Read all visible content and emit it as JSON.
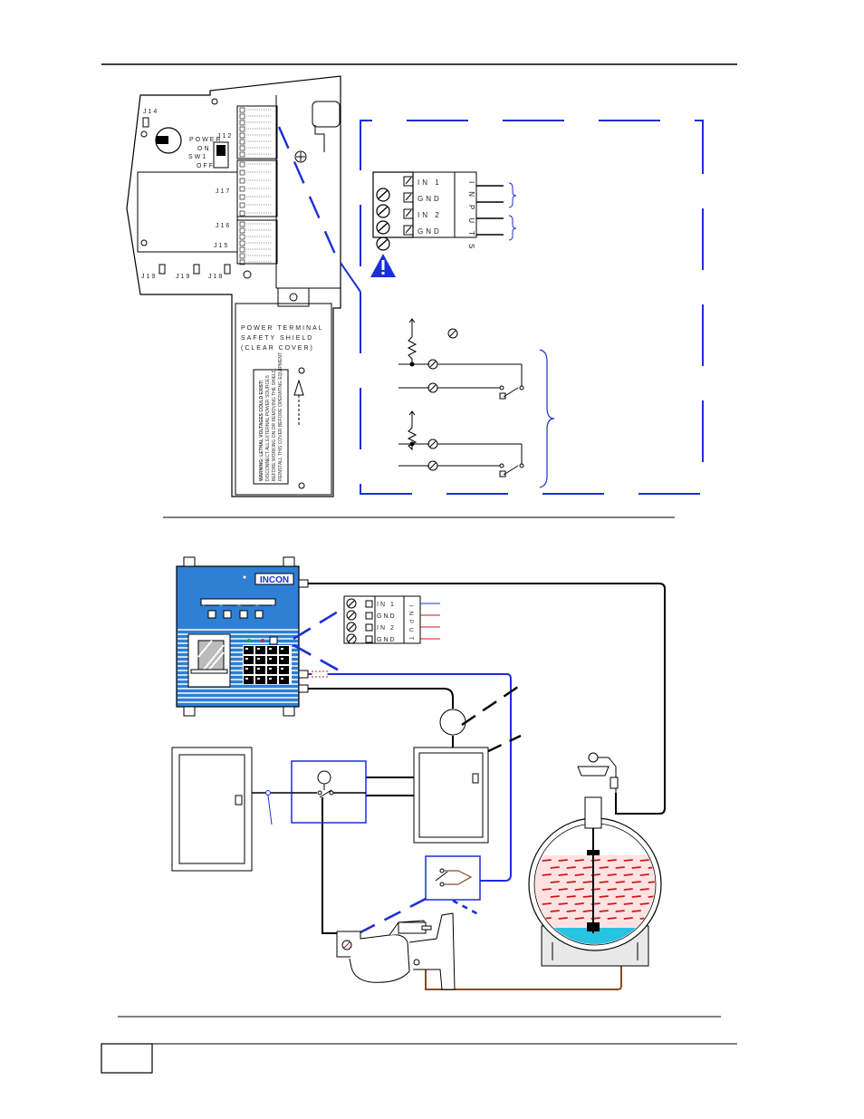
{
  "figure1": {
    "jumpers": {
      "j14": "J14",
      "j12": "J12",
      "j17": "J17",
      "j16": "J16",
      "j15": "J15",
      "j19": "J19",
      "j18": "J18"
    },
    "power_switch": {
      "line1": "POWER",
      "line2": "ON",
      "line3": "SW1",
      "line4": "OFF"
    },
    "shield": {
      "line1": "POWER TERMINAL",
      "line2": "SAFETY SHIELD",
      "line3": "(CLEAR COVER)"
    },
    "warning_label": {
      "title": "WARNING: LETHAL VOLTAGES COULD EXIST!",
      "line2": "DISCONNECT ALL EXTERNAL POWER SOURCES",
      "line3": "BEFORE WORKING ON OR REMOVING THE SHIELD.",
      "line4": "REINSTALL THIS COVER BEFORE OPERATING EQUIPMENT."
    },
    "terminal_block": {
      "rows": [
        "IN 1",
        "GND",
        "IN 2",
        "GND"
      ],
      "group_label": "INPUTS"
    }
  },
  "figure2": {
    "controller_brand": "INCON",
    "terminal_block": {
      "rows": [
        "IN 1",
        "GND",
        "IN 2",
        "GND"
      ],
      "group_label": "INPUT"
    }
  },
  "colors": {
    "diagram_blue": "#1b2fd6",
    "tank_liquid": "#c81a1a",
    "water": "#28c3e0",
    "controller_blue": "#2f7fd4",
    "brown_wire": "#8a4a2a"
  }
}
